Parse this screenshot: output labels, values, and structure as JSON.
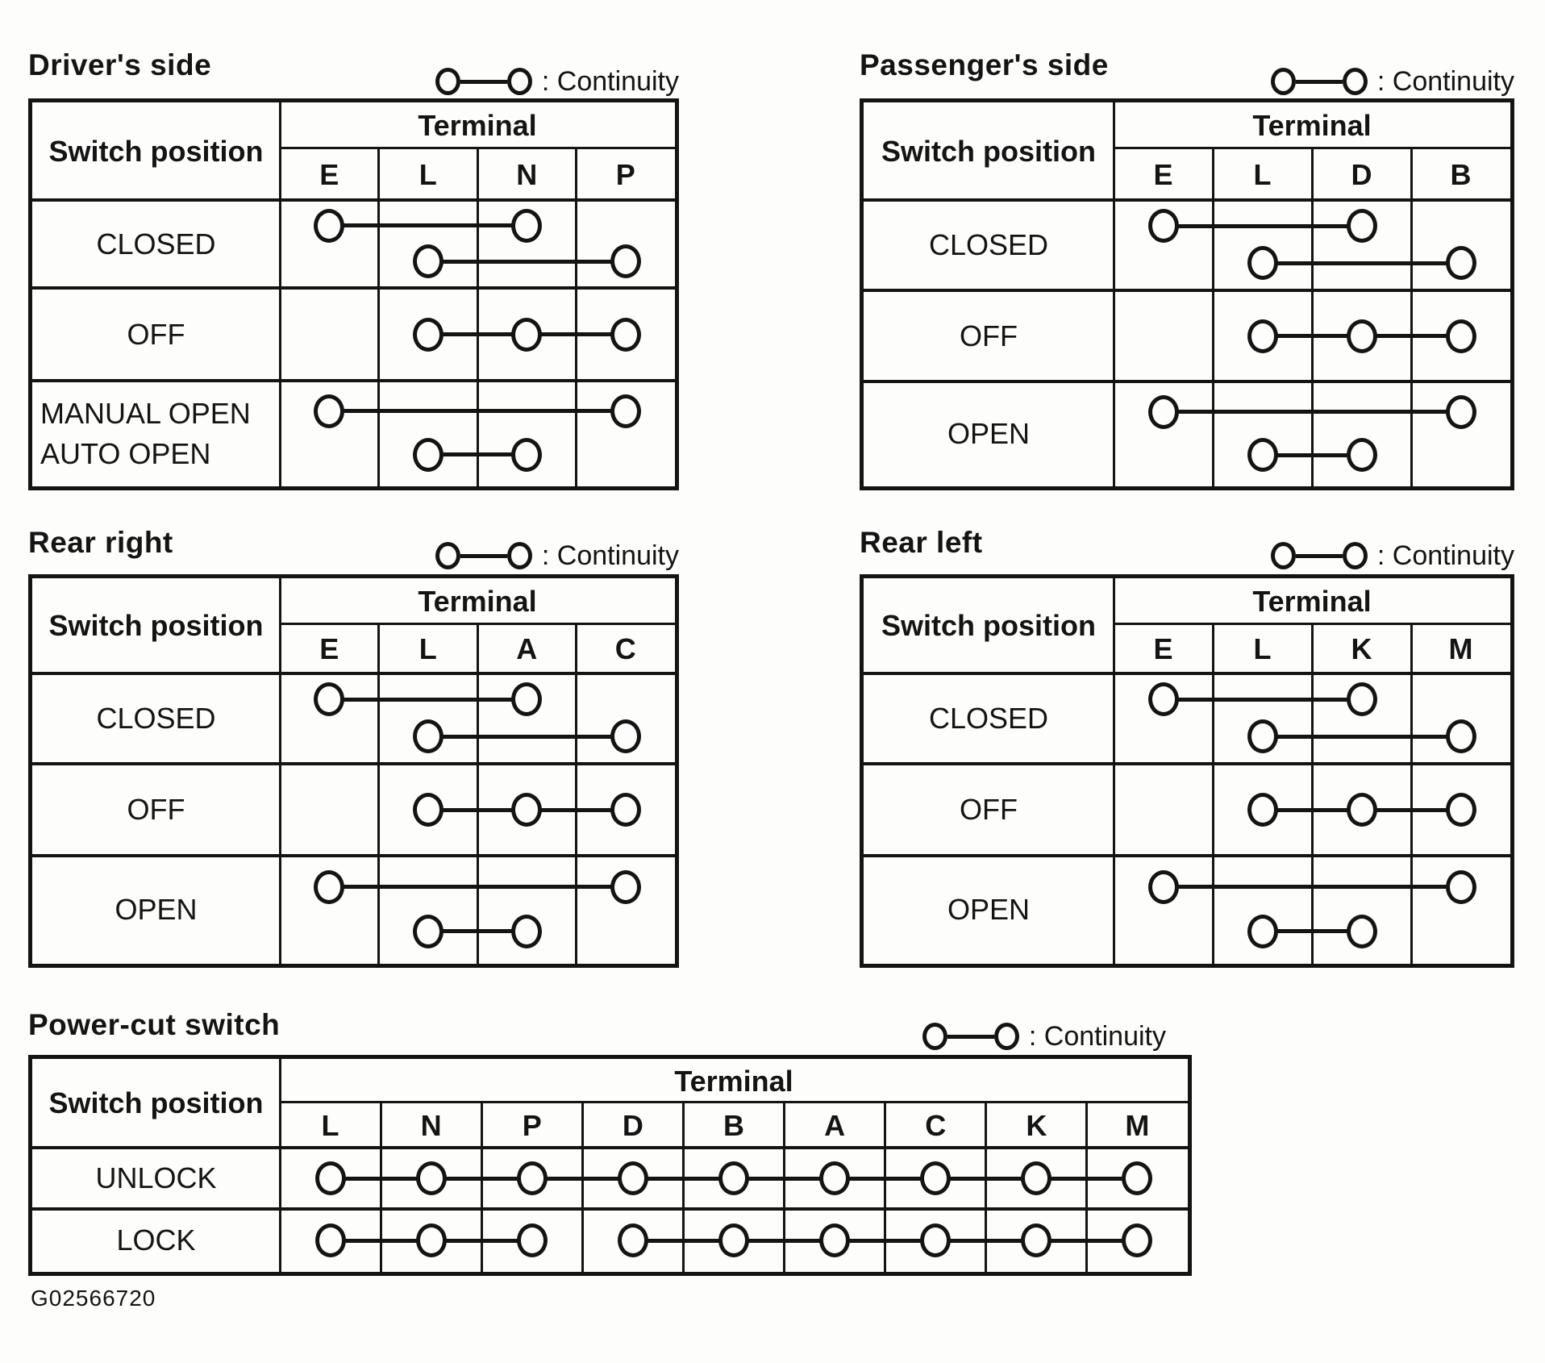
{
  "figure_id": "G02566720",
  "legend": {
    "label": ": Continuity"
  },
  "header": {
    "switch_col": "Switch position",
    "terminal": "Terminal"
  },
  "tables": [
    {
      "title": "Driver's side",
      "terminals": [
        "E",
        "L",
        "N",
        "P"
      ],
      "rows": [
        {
          "label": "CLOSED",
          "subrows": [
            [
              [
                "E",
                "N"
              ]
            ],
            [
              [
                "L",
                "P"
              ]
            ]
          ]
        },
        {
          "label": "OFF",
          "subrows": [
            [
              [
                "L",
                "N",
                "P"
              ]
            ]
          ]
        },
        {
          "label": "MANUAL OPEN\nAUTO OPEN",
          "subrows": [
            [
              [
                "E",
                "P"
              ]
            ],
            [
              [
                "L",
                "N"
              ]
            ]
          ]
        }
      ]
    },
    {
      "title": "Passenger's side",
      "terminals": [
        "E",
        "L",
        "D",
        "B"
      ],
      "rows": [
        {
          "label": "CLOSED",
          "subrows": [
            [
              [
                "E",
                "D"
              ]
            ],
            [
              [
                "L",
                "B"
              ]
            ]
          ]
        },
        {
          "label": "OFF",
          "subrows": [
            [
              [
                "L",
                "D",
                "B"
              ]
            ]
          ]
        },
        {
          "label": "OPEN",
          "subrows": [
            [
              [
                "E",
                "B"
              ]
            ],
            [
              [
                "L",
                "D"
              ]
            ]
          ]
        }
      ]
    },
    {
      "title": "Rear right",
      "terminals": [
        "E",
        "L",
        "A",
        "C"
      ],
      "rows": [
        {
          "label": "CLOSED",
          "subrows": [
            [
              [
                "E",
                "A"
              ]
            ],
            [
              [
                "L",
                "C"
              ]
            ]
          ]
        },
        {
          "label": "OFF",
          "subrows": [
            [
              [
                "L",
                "A",
                "C"
              ]
            ]
          ]
        },
        {
          "label": "OPEN",
          "subrows": [
            [
              [
                "E",
                "C"
              ]
            ],
            [
              [
                "L",
                "A"
              ]
            ]
          ]
        }
      ]
    },
    {
      "title": "Rear left",
      "terminals": [
        "E",
        "L",
        "K",
        "M"
      ],
      "rows": [
        {
          "label": "CLOSED",
          "subrows": [
            [
              [
                "E",
                "K"
              ]
            ],
            [
              [
                "L",
                "M"
              ]
            ]
          ]
        },
        {
          "label": "OFF",
          "subrows": [
            [
              [
                "L",
                "K",
                "M"
              ]
            ]
          ]
        },
        {
          "label": "OPEN",
          "subrows": [
            [
              [
                "E",
                "M"
              ]
            ],
            [
              [
                "L",
                "K"
              ]
            ]
          ]
        }
      ]
    },
    {
      "title": "Power-cut switch",
      "terminals": [
        "L",
        "N",
        "P",
        "D",
        "B",
        "A",
        "C",
        "K",
        "M"
      ],
      "rows": [
        {
          "label": "UNLOCK",
          "subrows": [
            [
              [
                "L",
                "N",
                "P",
                "D",
                "B",
                "A",
                "C",
                "K",
                "M"
              ]
            ]
          ]
        },
        {
          "label": "LOCK",
          "subrows": [
            [
              [
                "L",
                "N",
                "P"
              ],
              [
                "D",
                "B",
                "A",
                "C",
                "K",
                "M"
              ]
            ]
          ]
        }
      ]
    }
  ]
}
